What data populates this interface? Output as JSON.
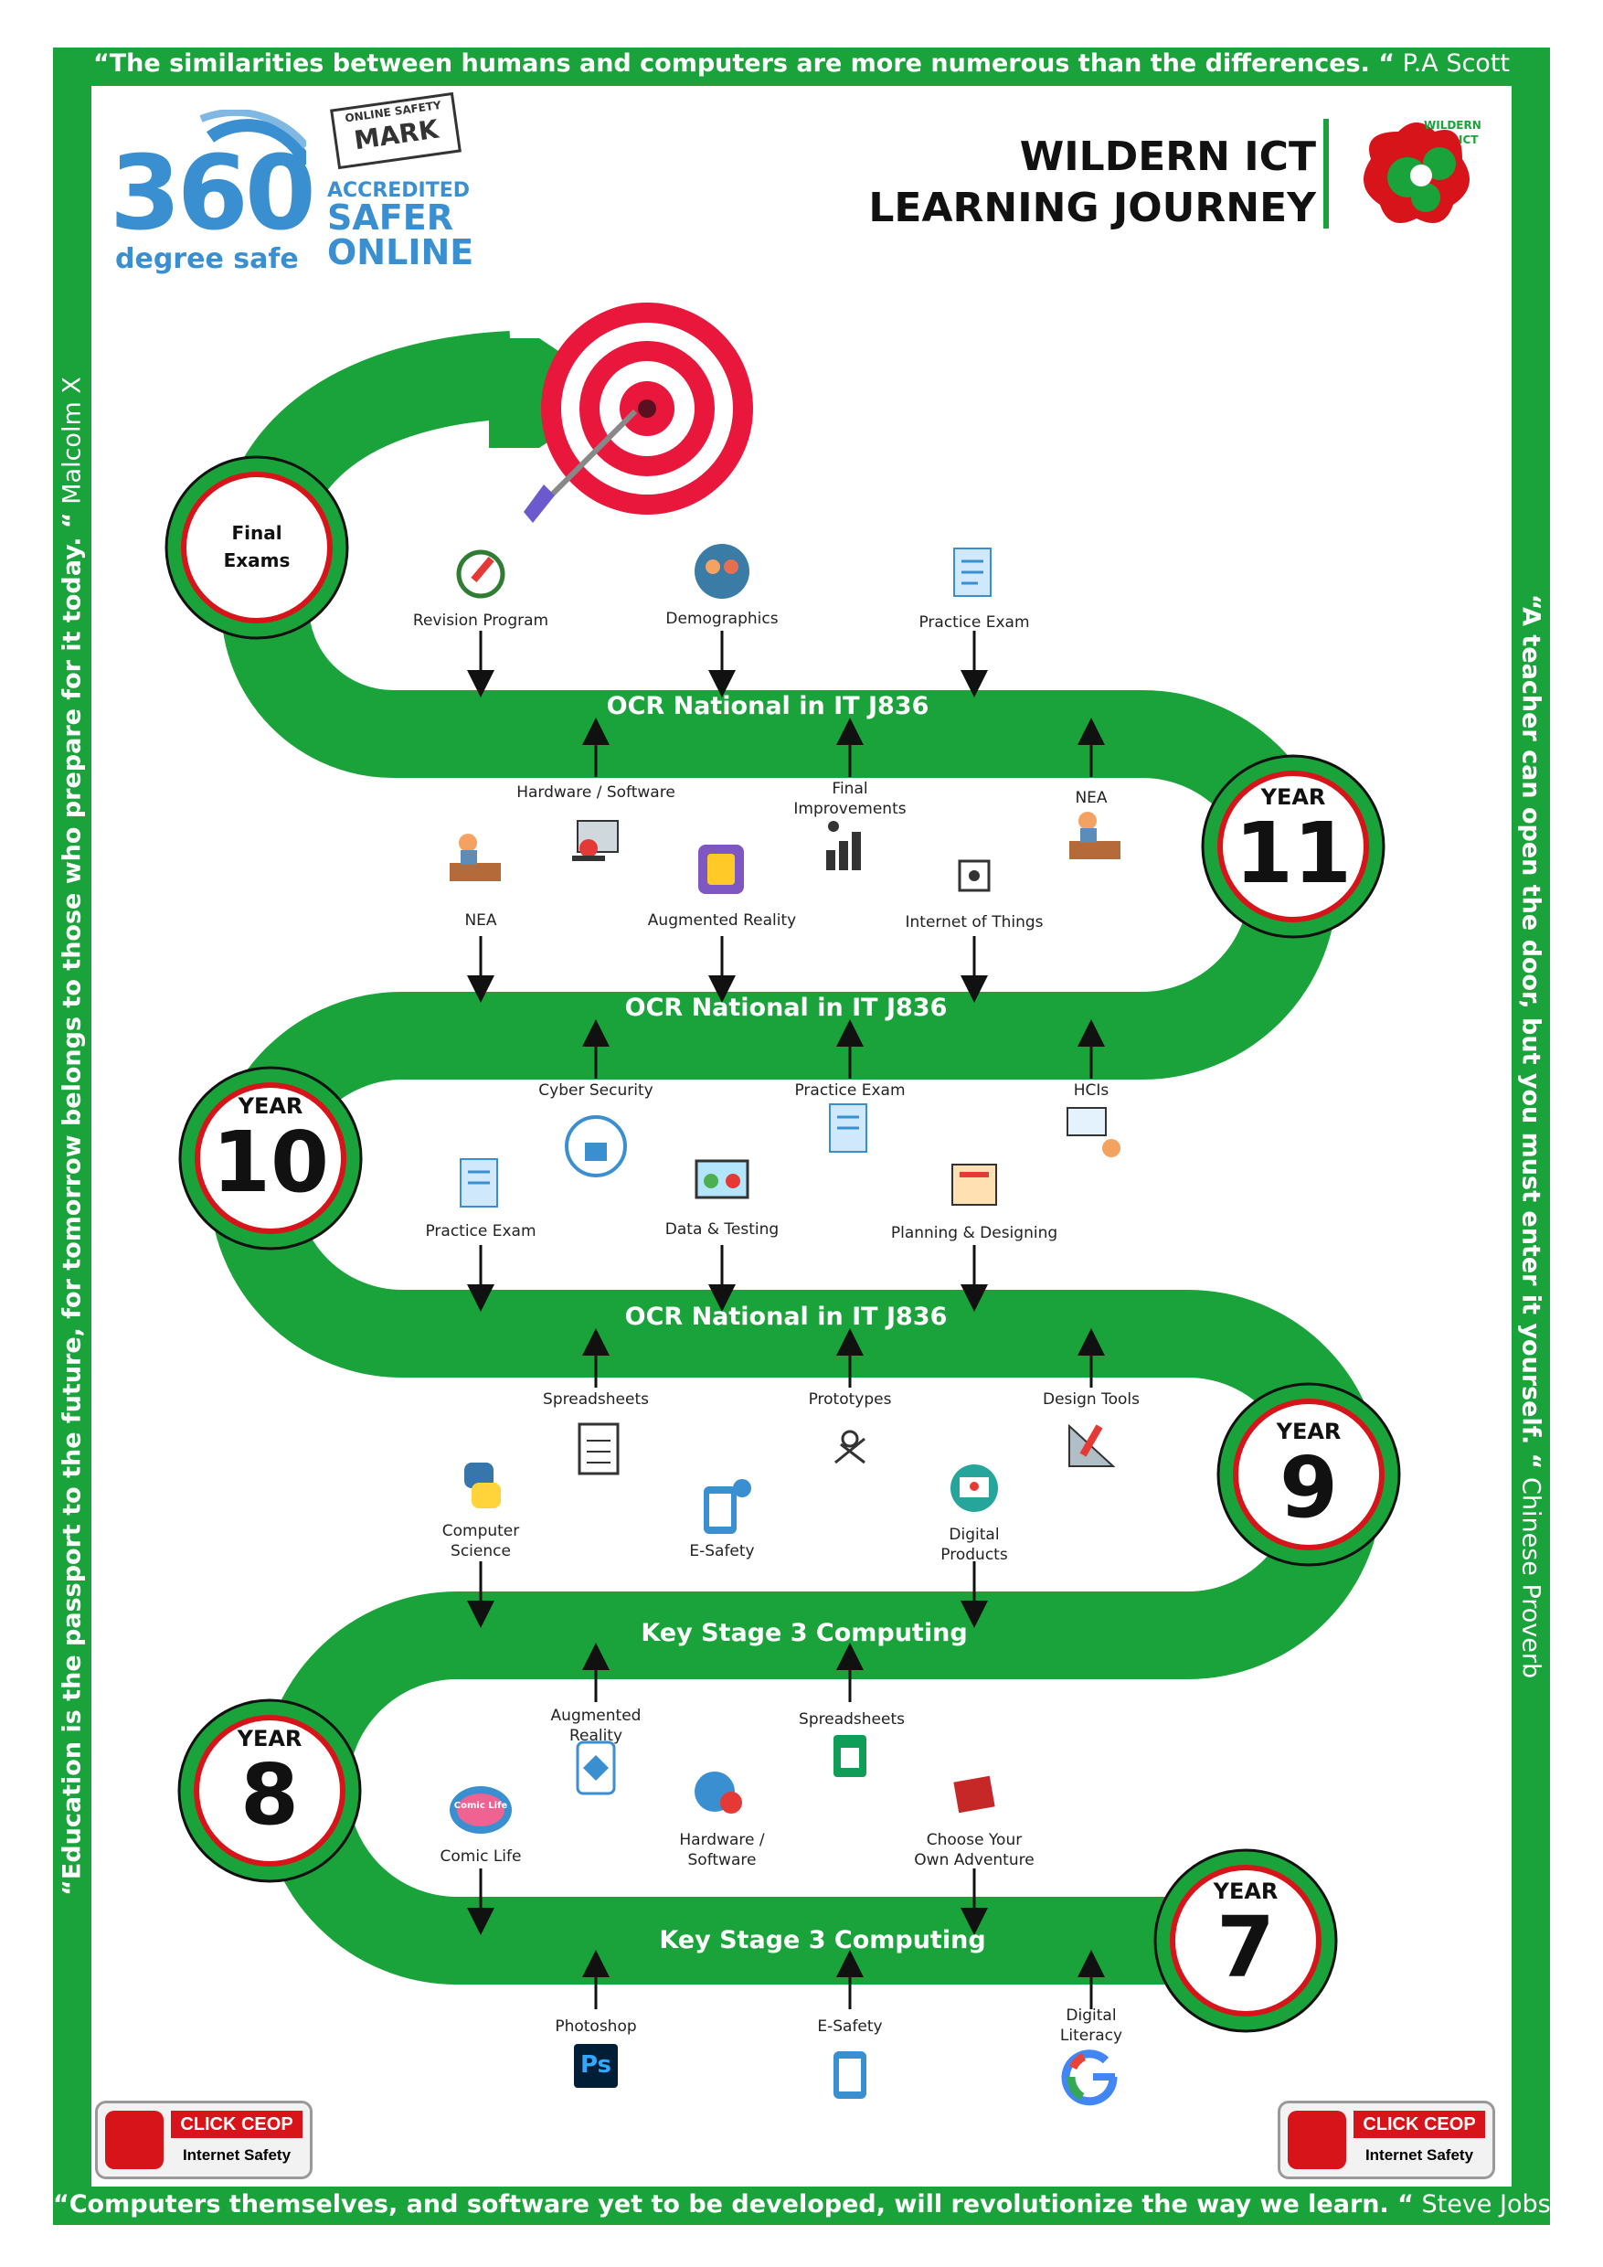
{
  "quotes": {
    "top": {
      "text": "“The similarities between humans and computers are more numerous than the differences. “",
      "author": " P.A Scott"
    },
    "bottom": {
      "text": "“Computers themselves, and software yet to be developed, will revolutionize the way we learn. “",
      "author": " Steve Jobs"
    },
    "left": {
      "text": "“Education is the passport to the future, for tomorrow belongs to those who prepare for it today. “",
      "author": " Malcolm X"
    },
    "right": {
      "text": "“A teacher can open the door, but you must enter it yourself. “",
      "author": " Chinese Proverb"
    }
  },
  "header": {
    "title_line1": "WILDERN ICT",
    "title_line2": "LEARNING JOURNEY",
    "badge_360_number": "360",
    "badge_360_sub": "degree safe",
    "badge_mark_line1": "ONLINE SAFETY",
    "badge_mark_line2": "MARK",
    "badge_accredited": "ACCREDITED",
    "badge_safer": "SAFER",
    "badge_online": "ONLINE",
    "school_logo_text1": "WILDERN",
    "school_logo_text2": "ICT"
  },
  "bands": {
    "b1": "OCR National in IT J836",
    "b2": "OCR National in IT J836",
    "b3": "OCR National in IT J836",
    "b4": "Key Stage 3 Computing",
    "b5": "Key Stage 3 Computing"
  },
  "years": {
    "word": "YEAR",
    "y11": "11",
    "y10": "10",
    "y9": "9",
    "y8": "8",
    "y7": "7",
    "final_line1": "Final",
    "final_line2": "Exams"
  },
  "topics": {
    "revision_program": "Revision Program",
    "demographics": "Demographics",
    "practice_exam_1": "Practice Exam",
    "hardware_software_1": "Hardware / Software",
    "final_improvements_1": "Final",
    "final_improvements_2": "Improvements",
    "nea_1": "NEA",
    "nea_2": "NEA",
    "augmented_reality_1": "Augmented Reality",
    "internet_of_things": "Internet of Things",
    "cyber_security": "Cyber Security",
    "practice_exam_2": "Practice Exam",
    "hcis": "HCIs",
    "practice_exam_3": "Practice Exam",
    "data_testing": "Data & Testing",
    "planning_designing": "Planning & Designing",
    "spreadsheets_1": "Spreadsheets",
    "prototypes": "Prototypes",
    "design_tools": "Design Tools",
    "computer_science_1": "Computer",
    "computer_science_2": "Science",
    "esafety_1": "E-Safety",
    "digital_products_1": "Digital",
    "digital_products_2": "Products",
    "augmented_reality_2a": "Augmented",
    "augmented_reality_2b": "Reality",
    "spreadsheets_2": "Spreadsheets",
    "comic_life": "Comic Life",
    "hardware_software_2a": "Hardware /",
    "hardware_software_2b": "Software",
    "choose_adventure_1": "Choose Your",
    "choose_adventure_2": "Own Adventure",
    "photoshop": "Photoshop",
    "esafety_2": "E-Safety",
    "digital_literacy_1": "Digital",
    "digital_literacy_2": "Literacy",
    "ps_logo": "Ps",
    "comic_logo": "Comic Life"
  },
  "ceop": {
    "line1": "CLICK CEOP",
    "line2": "Internet Safety"
  },
  "colors": {
    "green": "#1aa33a",
    "red": "#d7141a",
    "target_red": "#e8173b",
    "blue": "#3a8fd1"
  }
}
